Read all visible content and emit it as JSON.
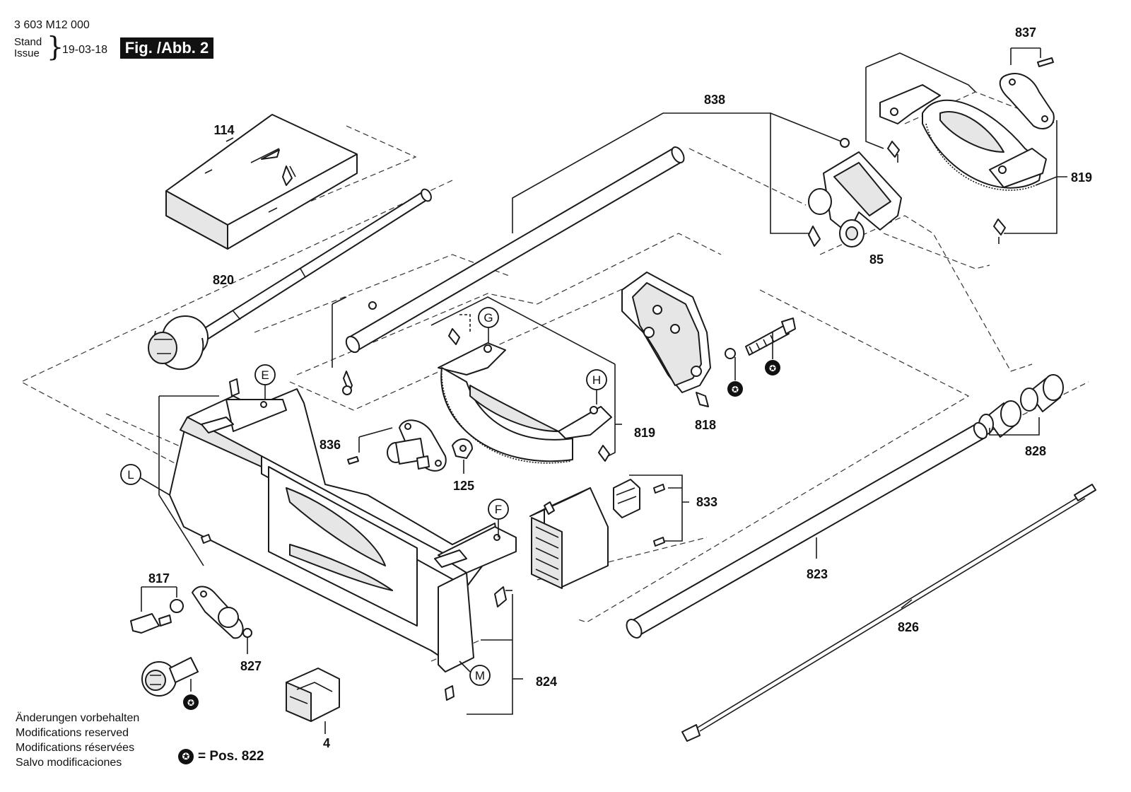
{
  "header": {
    "doc_number": "3 603 M12 000",
    "stand_label": "Stand",
    "issue_label": "Issue",
    "issue_date": "19-03-18",
    "figure_label": "Fig. /Abb. 2"
  },
  "footer": {
    "notes": [
      "Änderungen vorbehalten",
      "Modifications reserved",
      "Modifications réservées",
      "Salvo modificaciones"
    ],
    "star_symbol": "✪",
    "pos_note": "= Pos. 822"
  },
  "parts": {
    "p114": "114",
    "p820": "820",
    "p838": "838",
    "p837": "837",
    "p819_top": "819",
    "p85": "85",
    "p836": "836",
    "p125": "125",
    "p819_mid": "819",
    "p818": "818",
    "p828": "828",
    "p833": "833",
    "p823": "823",
    "p826": "826",
    "p817": "817",
    "p827": "827",
    "p4": "4",
    "p824": "824"
  },
  "callouts": {
    "E": "E",
    "F": "F",
    "G": "G",
    "H": "H",
    "L": "L",
    "M": "M"
  }
}
